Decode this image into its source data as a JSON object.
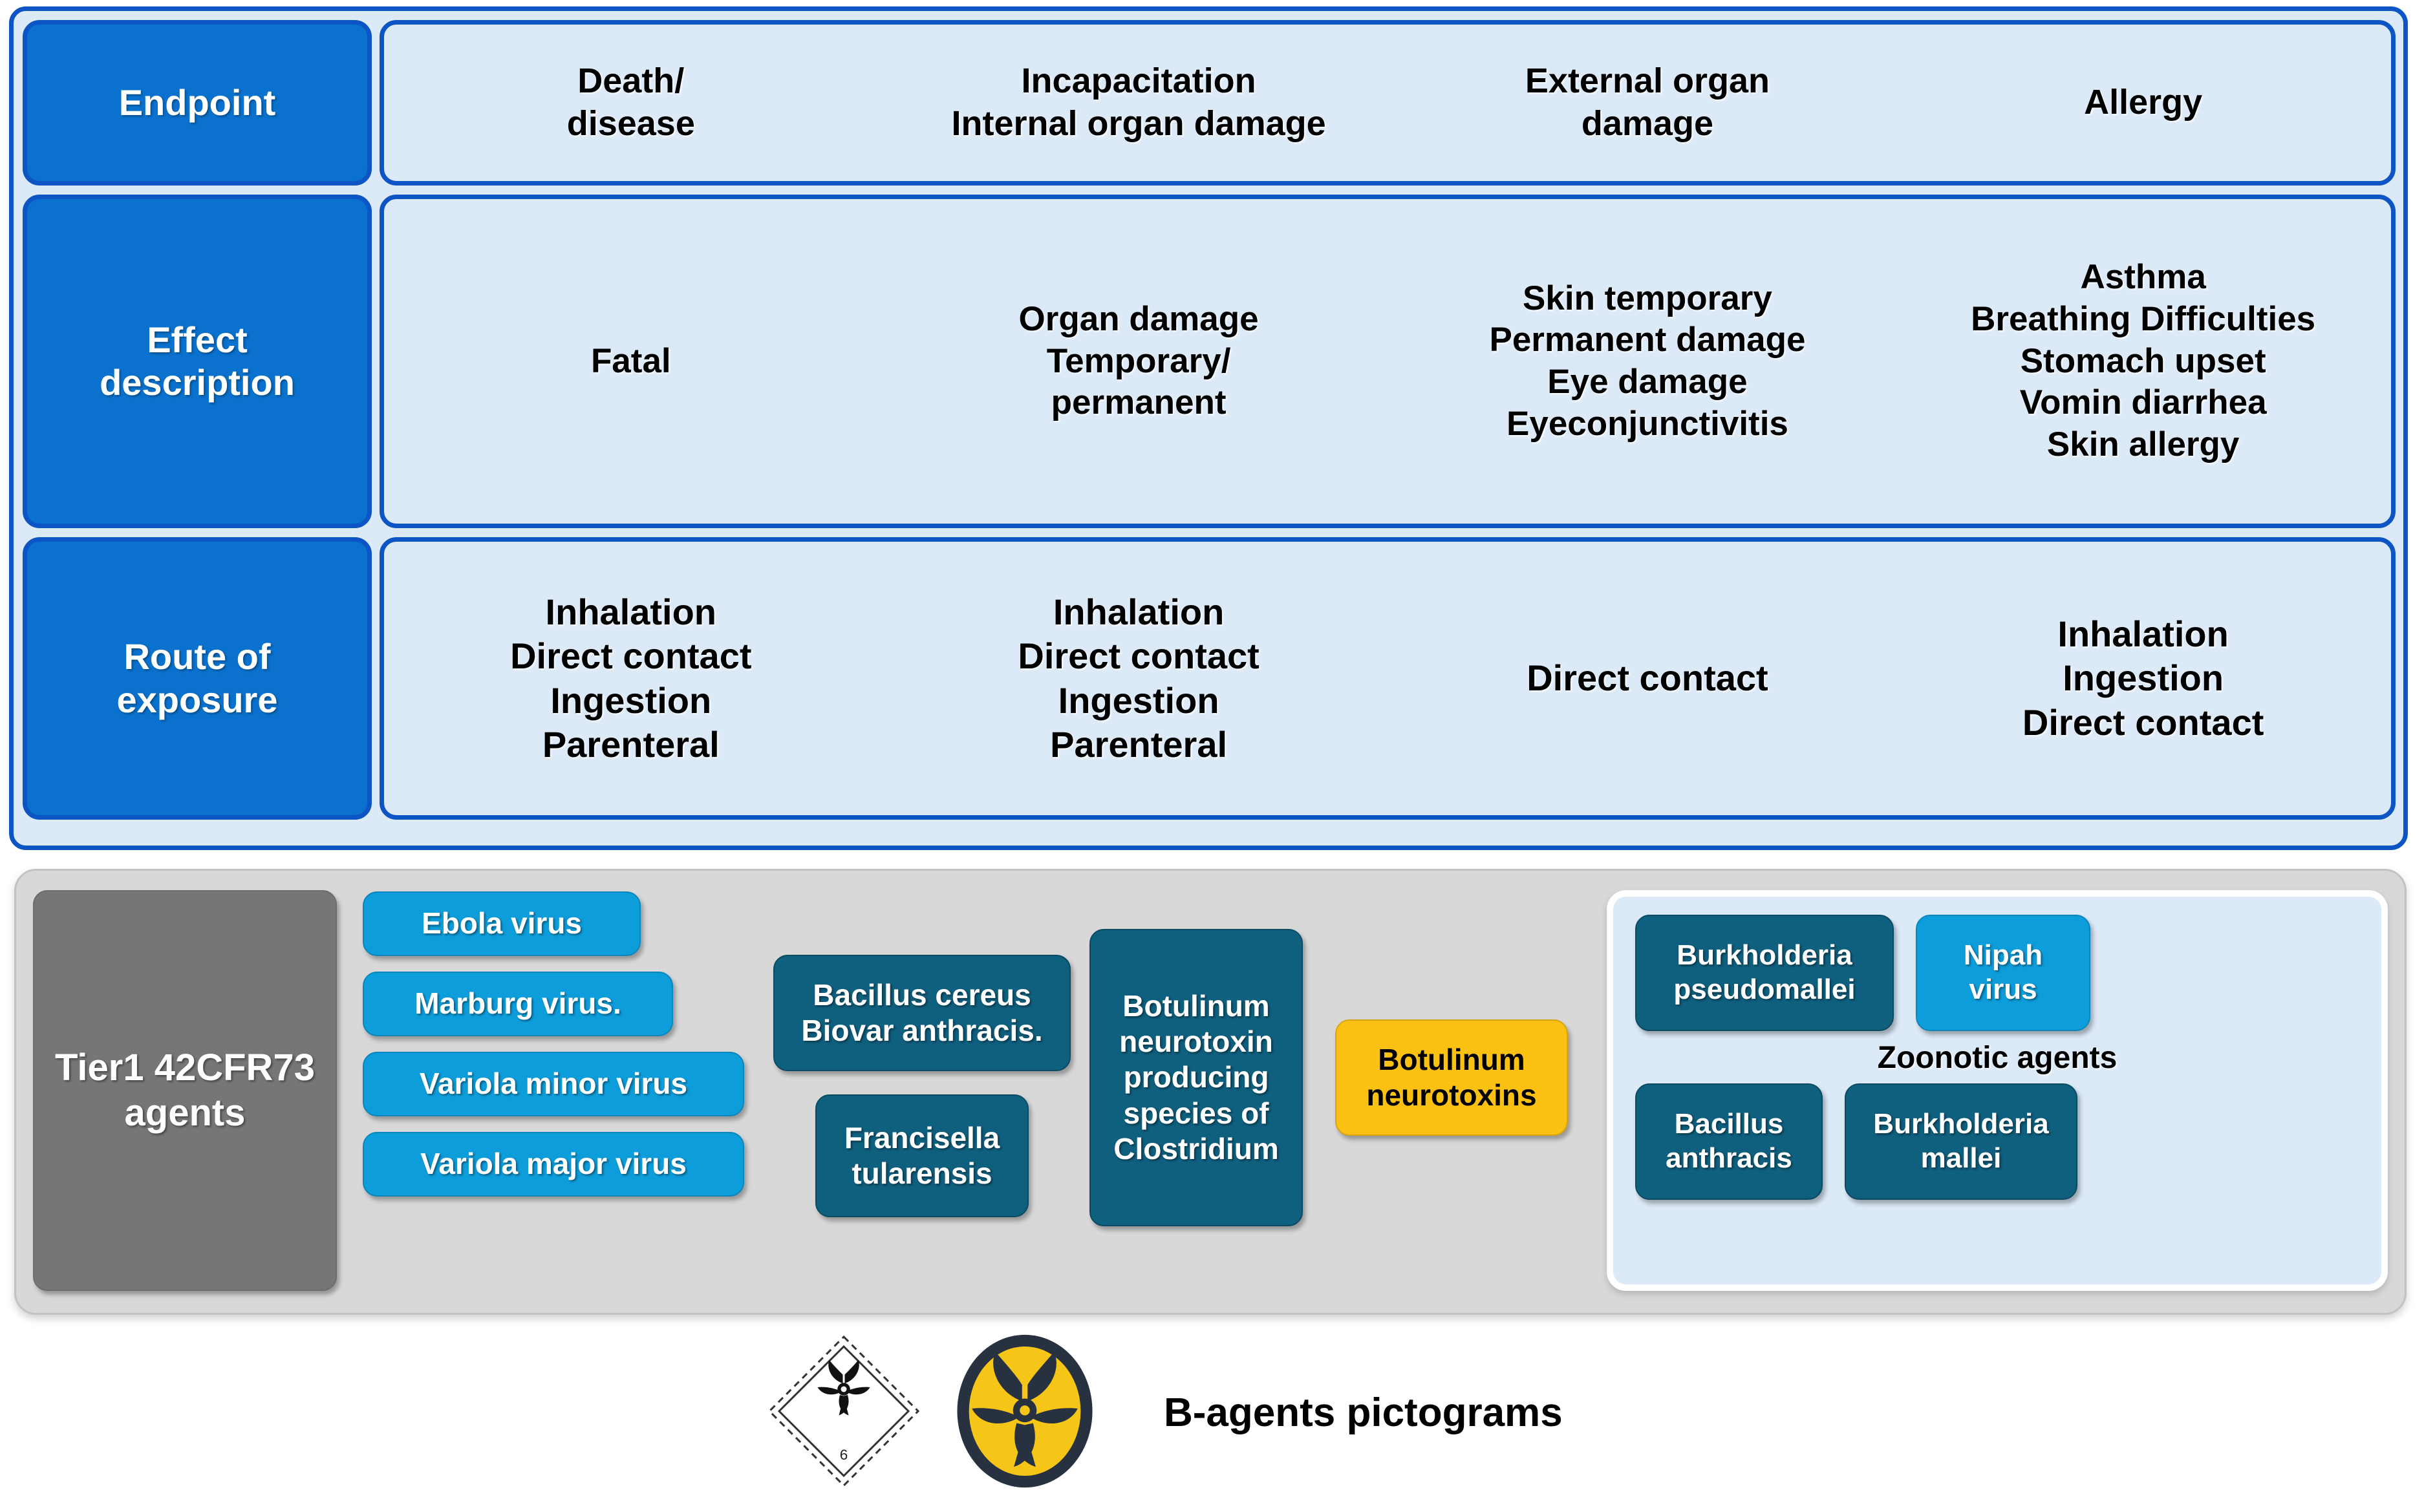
{
  "matrix": {
    "rows": [
      {
        "label": "Endpoint",
        "cells": [
          "Death/\ndisease",
          "Incapacitation\nInternal organ damage",
          "External organ\ndamage",
          "Allergy"
        ]
      },
      {
        "label": "Effect\ndescription",
        "cells": [
          "Fatal",
          "Organ damage\nTemporary/\npermanent",
          "Skin temporary\nPermanent damage\nEye damage\nEyeconjunctivitis",
          "Asthma\nBreathing Difficulties\nStomach upset\nVomin diarrhea\nSkin allergy"
        ]
      },
      {
        "label": "Route of\nexposure",
        "cells": [
          "Inhalation\nDirect contact\nIngestion\nParenteral",
          "Inhalation\nDirect contact\nIngestion\nParenteral",
          "Direct contact",
          "Inhalation\nIngestion\nDirect contact"
        ]
      }
    ]
  },
  "agents": {
    "tier_label": "Tier1 42CFR73\nagents",
    "viruses": [
      "Ebola virus",
      "Marburg virus.",
      "Variola minor virus",
      "Variola major virus"
    ],
    "bacteria": [
      "Bacillus cereus\nBiovar anthracis.",
      "Francisella\ntularensis"
    ],
    "clostridium": "Botulinum\nneurotoxin\nproducing\nspecies of\nClostridium",
    "toxin": "Botulinum\nneurotoxins",
    "zoonotic": {
      "label": "Zoonotic agents",
      "top": [
        "Burkholderia\npseudomallei",
        "Nipah\nvirus"
      ],
      "bottom": [
        "Bacillus\nanthracis",
        "Burkholderia\nmallei"
      ]
    }
  },
  "pictograms": {
    "caption": "B-agents pictograms",
    "diamond_class_number": "6",
    "icons": [
      "biohazard-diamond-placard",
      "biohazard-yellow-circle"
    ]
  },
  "colors": {
    "frame_blue": "#0d55c4",
    "label_blue": "#0a72ce",
    "cell_fill": "#dce9f7",
    "panel_gray": "#d8d8d8",
    "tier_gray": "#767676",
    "pill_blue": "#0e9ddb",
    "pill_teal": "#0f5f7e",
    "pill_yellow": "#fbc112",
    "biohazard_yellow": "#f5c518",
    "biohazard_dark": "#27313f"
  }
}
